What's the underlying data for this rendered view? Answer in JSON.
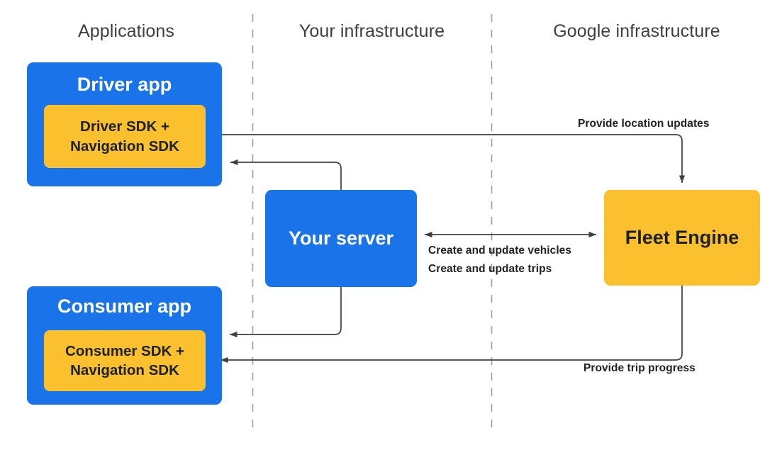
{
  "zones": [
    {
      "id": "applications",
      "label": "Applications"
    },
    {
      "id": "your-infrastructure",
      "label": "Your infrastructure"
    },
    {
      "id": "google-infrastructure",
      "label": "Google infrastructure"
    }
  ],
  "nodes": {
    "driver_app": {
      "title": "Driver app",
      "sdk_line1": "Driver SDK +",
      "sdk_line2": "Navigation SDK"
    },
    "consumer_app": {
      "title": "Consumer app",
      "sdk_line1": "Consumer SDK +",
      "sdk_line2": "Navigation SDK"
    },
    "your_server": {
      "title": "Your server"
    },
    "fleet_engine": {
      "title": "Fleet Engine"
    }
  },
  "edges": {
    "location_updates": "Provide location updates",
    "trip_progress": "Provide trip progress",
    "create_vehicles": "Create and update vehicles",
    "create_trips": "Create and update trips"
  },
  "colors": {
    "blue": "#1a73e8",
    "yellow": "#fbc02d",
    "text_dark": "#202124",
    "zone_title": "#3c4043",
    "line": "#3c4043",
    "divider": "#9aa0a6"
  }
}
